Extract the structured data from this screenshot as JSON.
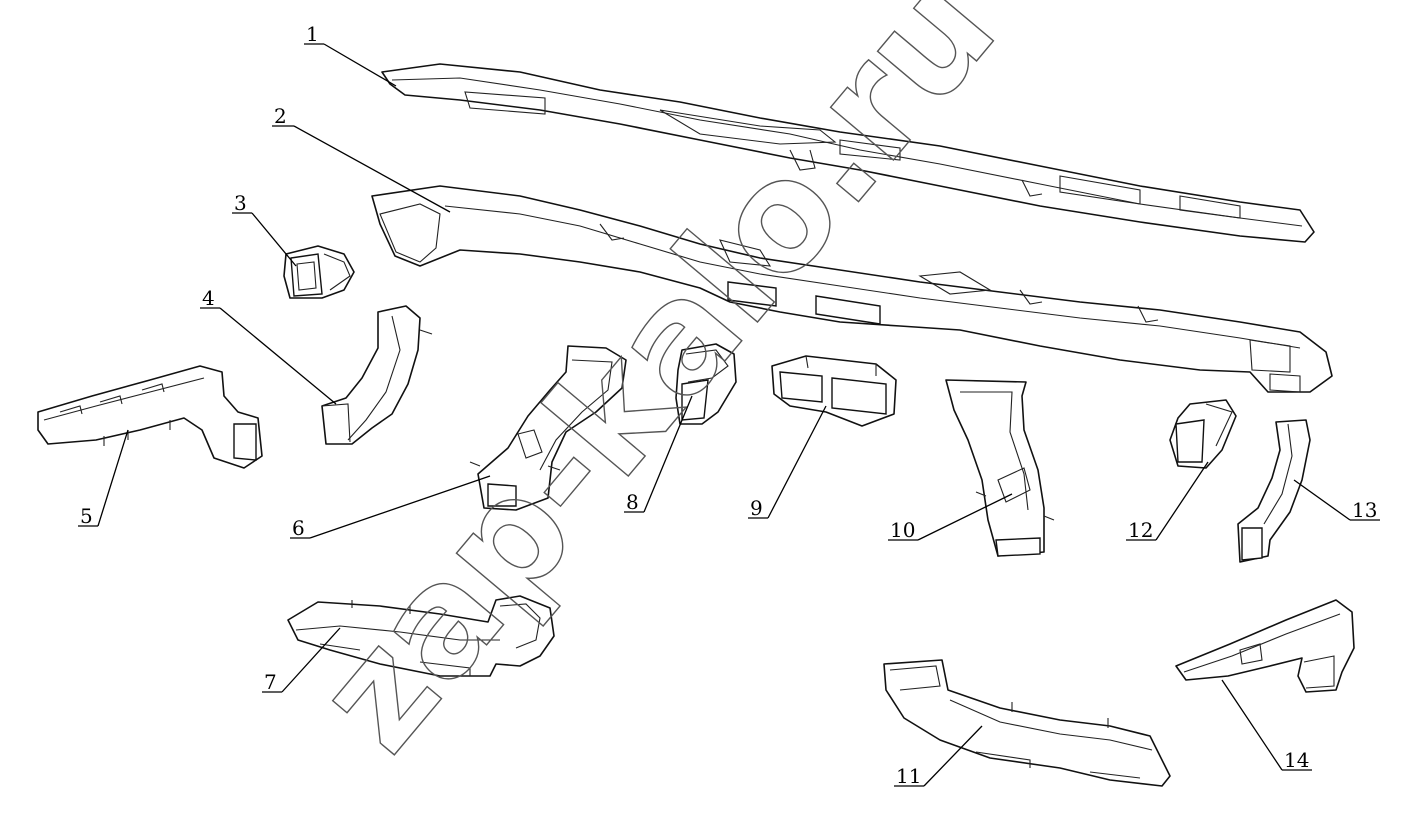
{
  "diagram": {
    "watermark": "zap-kalo.ru",
    "callouts": [
      {
        "id": "1",
        "label": "1"
      },
      {
        "id": "2",
        "label": "2"
      },
      {
        "id": "3",
        "label": "3"
      },
      {
        "id": "4",
        "label": "4"
      },
      {
        "id": "5",
        "label": "5"
      },
      {
        "id": "6",
        "label": "6"
      },
      {
        "id": "7",
        "label": "7"
      },
      {
        "id": "8",
        "label": "8"
      },
      {
        "id": "9",
        "label": "9"
      },
      {
        "id": "10",
        "label": "10"
      },
      {
        "id": "11",
        "label": "11"
      },
      {
        "id": "12",
        "label": "12"
      },
      {
        "id": "13",
        "label": "13"
      },
      {
        "id": "14",
        "label": "14"
      }
    ]
  }
}
